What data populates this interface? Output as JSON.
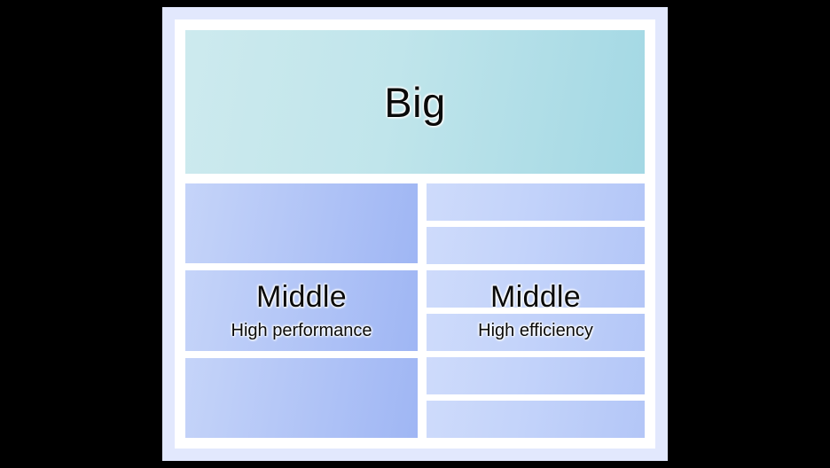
{
  "diagram": {
    "background_color": "#000000",
    "frame_color": "#e2e8fd",
    "board_color": "#ffffff",
    "big_core": {
      "label": "Big",
      "block_count": 1,
      "gradient_from": "#cdeaee",
      "gradient_to": "#a3d8e4"
    },
    "columns": [
      {
        "id": "high-performance",
        "title": "Middle",
        "subtitle": "High performance",
        "block_count": 3,
        "gradient_from": "#c5d4f9",
        "gradient_to": "#9fb6f4"
      },
      {
        "id": "high-efficiency",
        "title": "Middle",
        "subtitle": "High efficiency",
        "block_count": 6,
        "gradient_from": "#cedbfb",
        "gradient_to": "#b3c6f7"
      }
    ]
  }
}
